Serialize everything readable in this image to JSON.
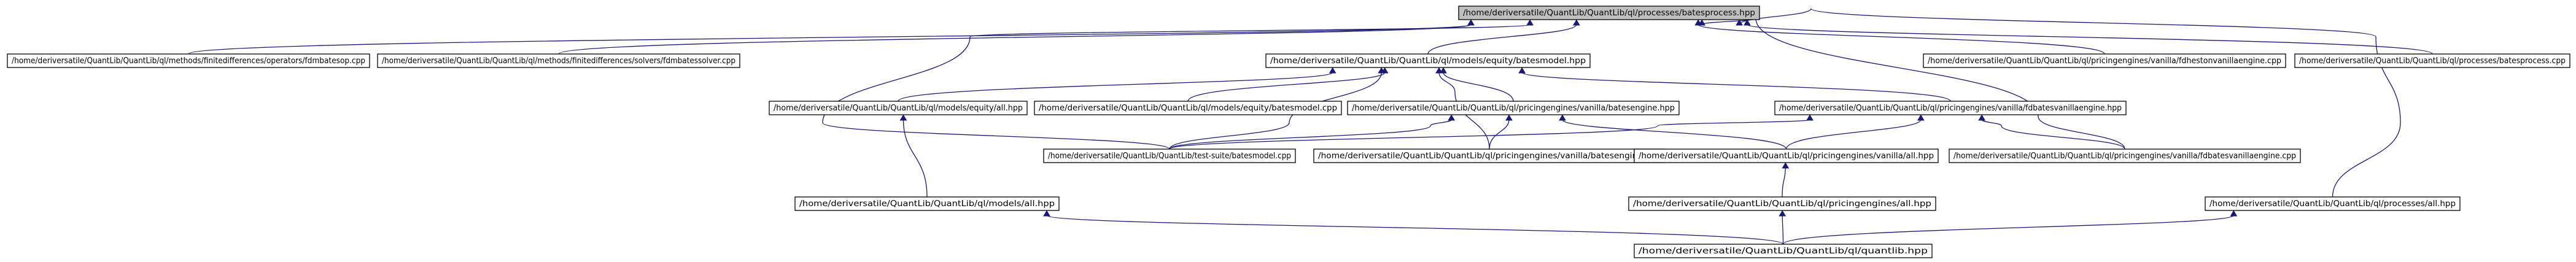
{
  "colors": {
    "root_fill": "#bfbfbf",
    "node_fill": "#ffffff",
    "node_border": "#000000",
    "edge": "#191970",
    "text": "#000000"
  },
  "nodes": [
    {
      "id": "n0",
      "label": "/home/deriversatile/QuantLib/QuantLib/ql/processes/batesprocess.hpp",
      "root": true
    },
    {
      "id": "n1",
      "label": "/home/deriversatile/QuantLib/QuantLib/ql/methods/finitedifferences/operators/fdmbatesop.cpp"
    },
    {
      "id": "n2",
      "label": "/home/deriversatile/QuantLib/QuantLib/ql/methods/finitedifferences/solvers/fdmbatessolver.cpp"
    },
    {
      "id": "n3",
      "label": "/home/deriversatile/QuantLib/QuantLib/ql/models/equity/batesmodel.hpp"
    },
    {
      "id": "n4",
      "label": "/home/deriversatile/QuantLib/QuantLib/ql/pricingengines/vanilla/fdhestonvanillaengine.cpp"
    },
    {
      "id": "n5",
      "label": "/home/deriversatile/QuantLib/QuantLib/ql/processes/batesprocess.cpp"
    },
    {
      "id": "n6",
      "label": "/home/deriversatile/QuantLib/QuantLib/ql/models/equity/all.hpp"
    },
    {
      "id": "n7",
      "label": "/home/deriversatile/QuantLib/QuantLib/ql/models/equity/batesmodel.cpp"
    },
    {
      "id": "n8",
      "label": "/home/deriversatile/QuantLib/QuantLib/ql/pricingengines/vanilla/batesengine.hpp"
    },
    {
      "id": "n9",
      "label": "/home/deriversatile/QuantLib/QuantLib/ql/pricingengines/vanilla/fdbatesvanillaengine.hpp"
    },
    {
      "id": "n10",
      "label": "/home/deriversatile/QuantLib/QuantLib/test-suite/batesmodel.cpp"
    },
    {
      "id": "n11",
      "label": "/home/deriversatile/QuantLib/QuantLib/ql/pricingengines/vanilla/batesengine.cpp"
    },
    {
      "id": "n12",
      "label": "/home/deriversatile/QuantLib/QuantLib/ql/pricingengines/vanilla/all.hpp"
    },
    {
      "id": "n13",
      "label": "/home/deriversatile/QuantLib/QuantLib/ql/pricingengines/vanilla/fdbatesvanillaengine.cpp"
    },
    {
      "id": "n14",
      "label": "/home/deriversatile/QuantLib/QuantLib/ql/models/all.hpp"
    },
    {
      "id": "n15",
      "label": "/home/deriversatile/QuantLib/QuantLib/ql/pricingengines/all.hpp"
    },
    {
      "id": "n16",
      "label": "/home/deriversatile/QuantLib/QuantLib/ql/processes/all.hpp"
    },
    {
      "id": "n17",
      "label": "/home/deriversatile/QuantLib/QuantLib/ql/quantlib.hpp"
    }
  ],
  "edges": [
    {
      "from": "n1",
      "to": "n0"
    },
    {
      "from": "n2",
      "to": "n0"
    },
    {
      "from": "n3",
      "to": "n0"
    },
    {
      "from": "n4",
      "to": "n0"
    },
    {
      "from": "n5",
      "to": "n0"
    },
    {
      "from": "n10",
      "to": "n0"
    },
    {
      "from": "n13",
      "to": "n0"
    },
    {
      "from": "n16",
      "to": "n0"
    },
    {
      "from": "n6",
      "to": "n3"
    },
    {
      "from": "n7",
      "to": "n3"
    },
    {
      "from": "n8",
      "to": "n3"
    },
    {
      "from": "n9",
      "to": "n3"
    },
    {
      "from": "n10",
      "to": "n3"
    },
    {
      "from": "n11",
      "to": "n3"
    },
    {
      "from": "n10",
      "to": "n8"
    },
    {
      "from": "n11",
      "to": "n8"
    },
    {
      "from": "n12",
      "to": "n8"
    },
    {
      "from": "n10",
      "to": "n9"
    },
    {
      "from": "n12",
      "to": "n9"
    },
    {
      "from": "n13",
      "to": "n9"
    },
    {
      "from": "n14",
      "to": "n6"
    },
    {
      "from": "n15",
      "to": "n12"
    },
    {
      "from": "n17",
      "to": "n14"
    },
    {
      "from": "n17",
      "to": "n15"
    },
    {
      "from": "n17",
      "to": "n16"
    }
  ]
}
